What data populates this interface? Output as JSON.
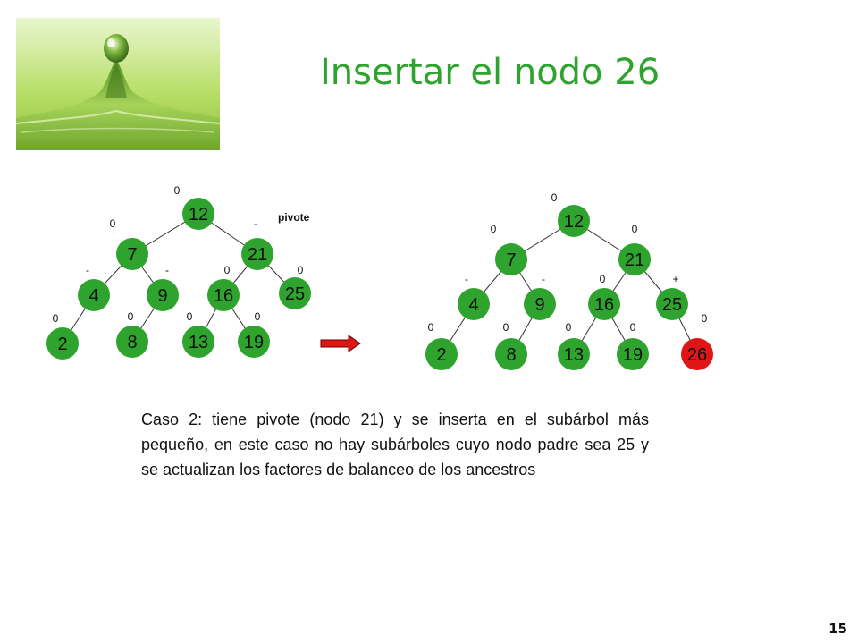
{
  "title": "Insertar el nodo 26",
  "pivot_label": "pivote",
  "caption": "Caso 2: tiene pivote (nodo 21) y se inserta en el subárbol más pequeño, en este caso no hay subárboles cuyo nodo padre sea 25 y se actualizan los factores de balanceo de los ancestros",
  "page_number": "15",
  "colors": {
    "node": "#2ea32e",
    "new_node": "#e01515",
    "title": "#2ea32e",
    "arrow": "#e01515"
  },
  "trees": {
    "before": {
      "nodes": [
        {
          "key": "12",
          "bf": "0"
        },
        {
          "key": "7",
          "bf": "0"
        },
        {
          "key": "21",
          "bf": "-"
        },
        {
          "key": "4",
          "bf": "-"
        },
        {
          "key": "9",
          "bf": "-"
        },
        {
          "key": "16",
          "bf": "0"
        },
        {
          "key": "25",
          "bf": "0"
        },
        {
          "key": "2",
          "bf": "0"
        },
        {
          "key": "8",
          "bf": "0"
        },
        {
          "key": "13",
          "bf": "0"
        },
        {
          "key": "19",
          "bf": "0"
        }
      ],
      "edges": [
        [
          "12",
          "7"
        ],
        [
          "12",
          "21"
        ],
        [
          "7",
          "4"
        ],
        [
          "7",
          "9"
        ],
        [
          "21",
          "16"
        ],
        [
          "21",
          "25"
        ],
        [
          "4",
          "2"
        ],
        [
          "9",
          "8"
        ],
        [
          "16",
          "13"
        ],
        [
          "16",
          "19"
        ]
      ]
    },
    "after": {
      "nodes": [
        {
          "key": "12",
          "bf": "0"
        },
        {
          "key": "7",
          "bf": "0"
        },
        {
          "key": "21",
          "bf": "0"
        },
        {
          "key": "4",
          "bf": "-"
        },
        {
          "key": "9",
          "bf": "-"
        },
        {
          "key": "16",
          "bf": "0"
        },
        {
          "key": "25",
          "bf": "+"
        },
        {
          "key": "2",
          "bf": "0"
        },
        {
          "key": "8",
          "bf": "0"
        },
        {
          "key": "13",
          "bf": "0"
        },
        {
          "key": "19",
          "bf": "0"
        },
        {
          "key": "26",
          "bf": "0",
          "is_new": true
        }
      ],
      "edges": [
        [
          "12",
          "7"
        ],
        [
          "12",
          "21"
        ],
        [
          "7",
          "4"
        ],
        [
          "7",
          "9"
        ],
        [
          "21",
          "16"
        ],
        [
          "21",
          "25"
        ],
        [
          "4",
          "2"
        ],
        [
          "9",
          "8"
        ],
        [
          "16",
          "13"
        ],
        [
          "16",
          "19"
        ],
        [
          "25",
          "26"
        ]
      ]
    }
  }
}
